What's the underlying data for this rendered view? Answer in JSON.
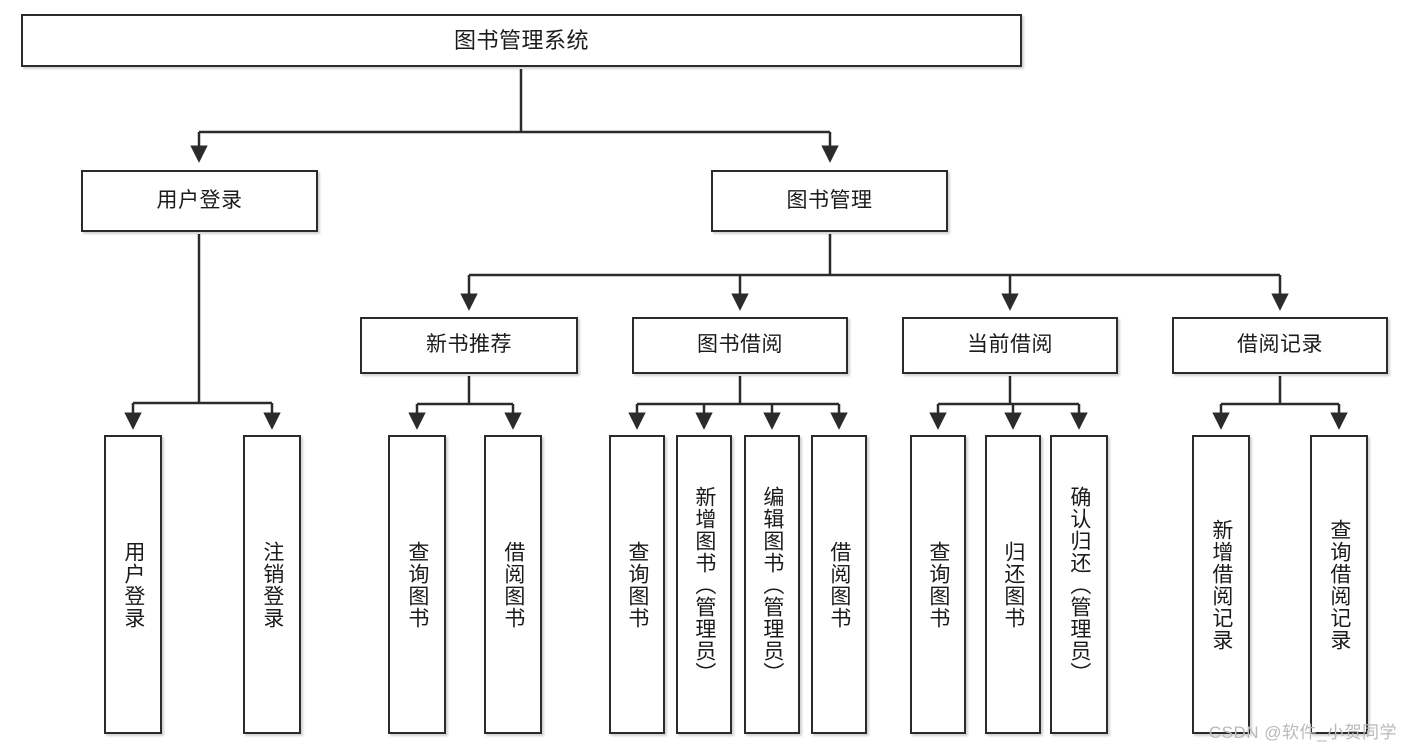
{
  "diagram": {
    "title": "图书管理系统",
    "type": "hierarchy-tree",
    "watermark": "CSDN @软件_小贺同学",
    "colors": {
      "box_border": "#2b2b2b",
      "box_fill": "#ffffff",
      "edge": "#2b2b2b",
      "text": "#1b1b1b",
      "watermark": "#b9b9b9"
    },
    "levels": {
      "root": "图书管理系统",
      "level2": [
        "用户登录",
        "图书管理"
      ],
      "level3": [
        "新书推荐",
        "图书借阅",
        "当前借阅",
        "借阅记录"
      ]
    },
    "nodes": {
      "root": {
        "label": "图书管理系统"
      },
      "user_login": {
        "label": "用户登录"
      },
      "book_manage": {
        "label": "图书管理"
      },
      "new_book_rec": {
        "label": "新书推荐"
      },
      "book_borrow": {
        "label": "图书借阅"
      },
      "current_borrow": {
        "label": "当前借阅"
      },
      "borrow_record": {
        "label": "借阅记录"
      },
      "leaf_user_login": {
        "label": "用户登录"
      },
      "leaf_user_logout": {
        "label": "注销登录"
      },
      "leaf_query_book_a": {
        "label": "查询图书"
      },
      "leaf_borrow_book_a": {
        "label": "借阅图书"
      },
      "leaf_query_book_b": {
        "label": "查询图书"
      },
      "leaf_add_book_admin": {
        "label": "新增图书（管理员）"
      },
      "leaf_edit_book_admin": {
        "label": "编辑图书（管理员）"
      },
      "leaf_borrow_book_b": {
        "label": "借阅图书"
      },
      "leaf_query_book_c": {
        "label": "查询图书"
      },
      "leaf_return_book": {
        "label": "归还图书"
      },
      "leaf_confirm_return_admin": {
        "label": "确认归还（管理员）"
      },
      "leaf_add_borrow_record": {
        "label": "新增借阅记录"
      },
      "leaf_query_borrow_record": {
        "label": "查询借阅记录"
      }
    }
  }
}
